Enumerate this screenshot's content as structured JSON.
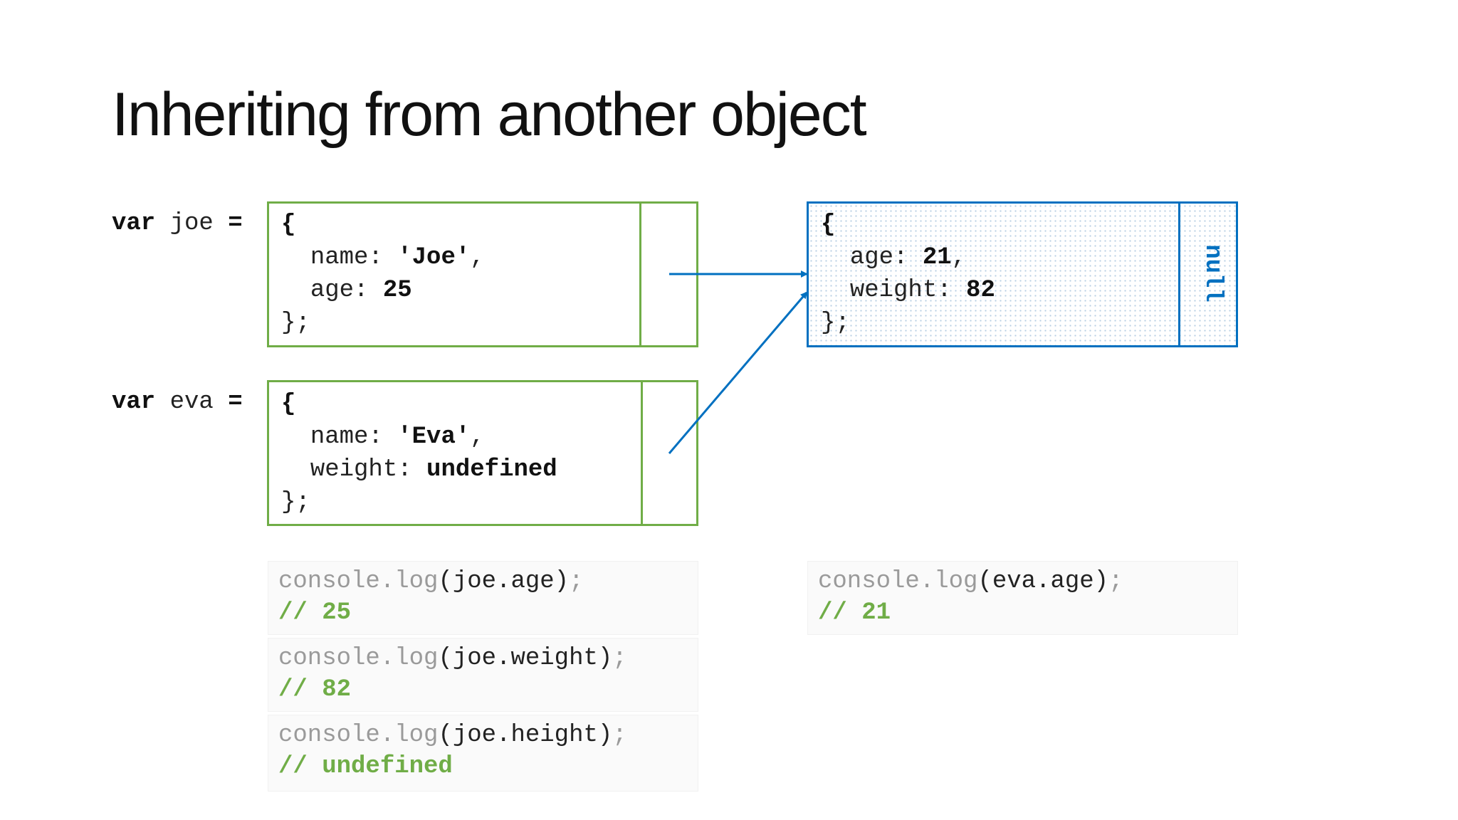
{
  "title": "Inheriting from another object",
  "joe": {
    "keyword": "var",
    "name": "joe",
    "equals": "=",
    "open": "{",
    "line1_key": "name:",
    "line1_val": "'Joe'",
    "line1_tail": ",",
    "line2_key": "age:",
    "line2_val": "25",
    "close": "};"
  },
  "eva": {
    "keyword": "var",
    "name": "eva",
    "equals": "=",
    "open": "{",
    "line1_key": "name:",
    "line1_val": "'Eva'",
    "line1_tail": ",",
    "line2_key": "weight:",
    "line2_val": "undefined",
    "close": "};"
  },
  "proto": {
    "open": "{",
    "line1_key": "age:",
    "line1_val": "21",
    "line1_tail": ",",
    "line2_key": "weight:",
    "line2_val": "82",
    "close": "};",
    "link_label": "null"
  },
  "logs": [
    {
      "call": "console.log",
      "arg": "(joe.age)",
      "end": ";",
      "result": "// 25"
    },
    {
      "call": "console.log",
      "arg": "(joe.weight)",
      "end": ";",
      "result": "// 82"
    },
    {
      "call": "console.log",
      "arg": "(joe.height)",
      "end": ";",
      "result": "// undefined"
    }
  ],
  "eva_log": {
    "call": "console.log",
    "arg": "(eva.age)",
    "end": ";",
    "result": "// 21"
  },
  "colors": {
    "own_object_border": "#70ad47",
    "prototype_border": "#0070c0",
    "result_text": "#70ad47"
  }
}
